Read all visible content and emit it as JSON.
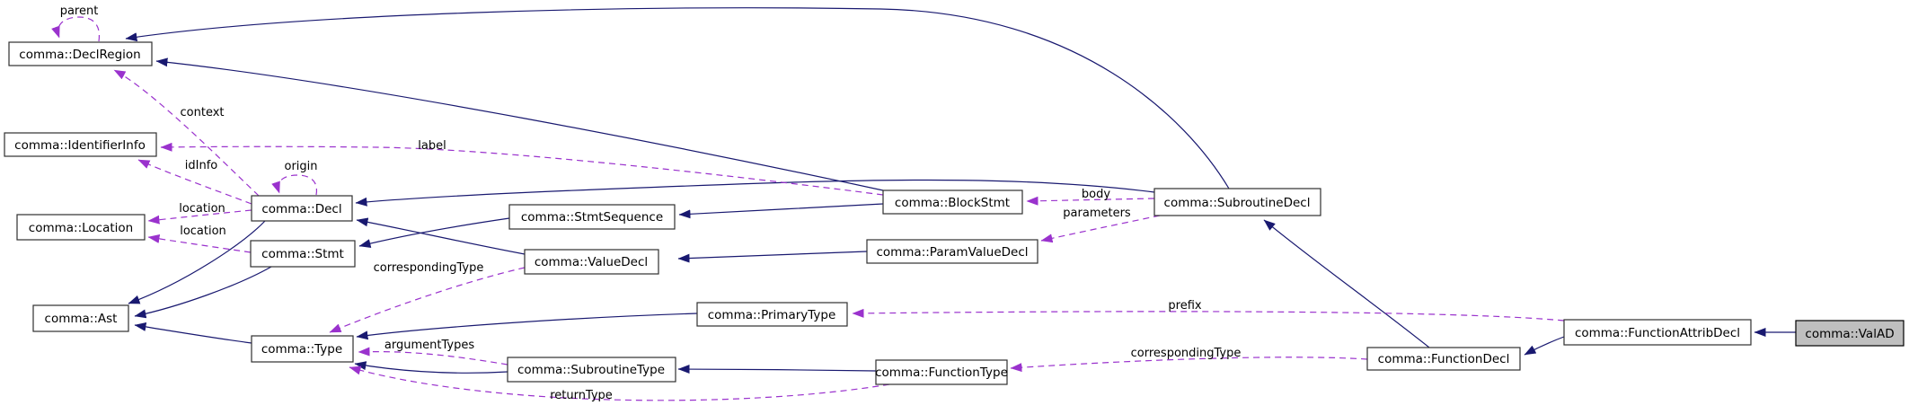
{
  "colors": {
    "inheritance_edge": "#191970",
    "usage_edge": "#9a32cd",
    "node_fill": "#ffffff",
    "node_border": "#303030",
    "focus_node_fill": "#bfbfbf",
    "focus_node_border": "#000000",
    "label_color": "#000000",
    "background": "#ffffff"
  },
  "nodes": {
    "declregion": {
      "label": "comma::DeclRegion"
    },
    "identifierinfo": {
      "label": "comma::IdentifierInfo"
    },
    "location": {
      "label": "comma::Location"
    },
    "ast": {
      "label": "comma::Ast"
    },
    "decl": {
      "label": "comma::Decl"
    },
    "stmt": {
      "label": "comma::Stmt"
    },
    "type": {
      "label": "comma::Type"
    },
    "stmtsequence": {
      "label": "comma::StmtSequence"
    },
    "valuedecl": {
      "label": "comma::ValueDecl"
    },
    "primarytype": {
      "label": "comma::PrimaryType"
    },
    "subroutinetype": {
      "label": "comma::SubroutineType"
    },
    "functiontype": {
      "label": "comma::FunctionType"
    },
    "blockstmt": {
      "label": "comma::BlockStmt"
    },
    "paramvaluedecl": {
      "label": "comma::ParamValueDecl"
    },
    "subroutinedecl": {
      "label": "comma::SubroutineDecl"
    },
    "functiondecl": {
      "label": "comma::FunctionDecl"
    },
    "functionattribdecl": {
      "label": "comma::FunctionAttribDecl"
    },
    "valad": {
      "label": "comma::ValAD",
      "highlighted": true
    }
  },
  "edge_labels": {
    "parent": "parent",
    "origin": "origin",
    "context": "context",
    "idinfo": "idInfo",
    "label": "label",
    "location_decl": "location",
    "location_stmt": "location",
    "correspondingtype_valuedecl": "correspondingType",
    "argumenttypes": "argumentTypes",
    "returntype": "returnType",
    "body": "body",
    "parameters": "parameters",
    "prefix": "prefix",
    "correspondingtype_functiondecl": "correspondingType"
  },
  "relationships": {
    "inheritance": [
      {
        "from": "comma::Decl",
        "to": "comma::Ast"
      },
      {
        "from": "comma::Stmt",
        "to": "comma::Ast"
      },
      {
        "from": "comma::Type",
        "to": "comma::Ast"
      },
      {
        "from": "comma::StmtSequence",
        "to": "comma::Stmt"
      },
      {
        "from": "comma::ValueDecl",
        "to": "comma::Decl"
      },
      {
        "from": "comma::BlockStmt",
        "to": "comma::StmtSequence"
      },
      {
        "from": "comma::BlockStmt",
        "to": "comma::DeclRegion"
      },
      {
        "from": "comma::ParamValueDecl",
        "to": "comma::ValueDecl"
      },
      {
        "from": "comma::SubroutineDecl",
        "to": "comma::Decl"
      },
      {
        "from": "comma::SubroutineDecl",
        "to": "comma::DeclRegion"
      },
      {
        "from": "comma::FunctionDecl",
        "to": "comma::SubroutineDecl"
      },
      {
        "from": "comma::FunctionAttribDecl",
        "to": "comma::FunctionDecl"
      },
      {
        "from": "comma::ValAD",
        "to": "comma::FunctionAttribDecl"
      },
      {
        "from": "comma::PrimaryType",
        "to": "comma::Type"
      },
      {
        "from": "comma::SubroutineType",
        "to": "comma::Type"
      },
      {
        "from": "comma::FunctionType",
        "to": "comma::SubroutineType"
      }
    ],
    "usage": [
      {
        "from": "comma::DeclRegion",
        "to": "comma::DeclRegion",
        "label": "parent"
      },
      {
        "from": "comma::Decl",
        "to": "comma::Decl",
        "label": "origin"
      },
      {
        "from": "comma::Decl",
        "to": "comma::DeclRegion",
        "label": "context"
      },
      {
        "from": "comma::Decl",
        "to": "comma::IdentifierInfo",
        "label": "idInfo"
      },
      {
        "from": "comma::BlockStmt",
        "to": "comma::IdentifierInfo",
        "label": "label"
      },
      {
        "from": "comma::Decl",
        "to": "comma::Location",
        "label": "location"
      },
      {
        "from": "comma::Stmt",
        "to": "comma::Location",
        "label": "location"
      },
      {
        "from": "comma::ValueDecl",
        "to": "comma::Type",
        "label": "correspondingType"
      },
      {
        "from": "comma::SubroutineType",
        "to": "comma::Type",
        "label": "argumentTypes"
      },
      {
        "from": "comma::FunctionType",
        "to": "comma::Type",
        "label": "returnType"
      },
      {
        "from": "comma::SubroutineDecl",
        "to": "comma::BlockStmt",
        "label": "body"
      },
      {
        "from": "comma::SubroutineDecl",
        "to": "comma::ParamValueDecl",
        "label": "parameters"
      },
      {
        "from": "comma::FunctionAttribDecl",
        "to": "comma::PrimaryType",
        "label": "prefix"
      },
      {
        "from": "comma::FunctionDecl",
        "to": "comma::FunctionType",
        "label": "correspondingType"
      }
    ]
  }
}
